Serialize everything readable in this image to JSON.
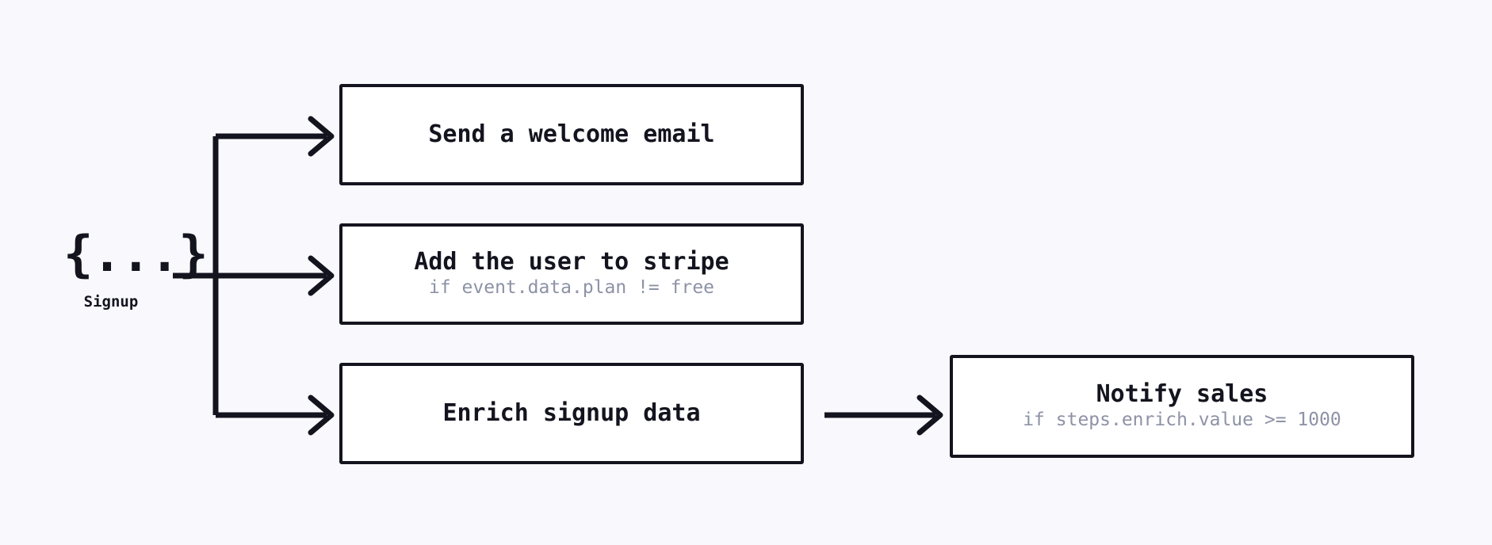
{
  "canvas": {
    "background_color": "#f9f9fd",
    "stroke_color": "#14141f",
    "node_fill_color": "#ffffff",
    "subtitle_color": "#8d92a6"
  },
  "trigger": {
    "glyph": "{...}",
    "glyph_icon_name": "json-braces-icon",
    "label": "Signup"
  },
  "steps": [
    {
      "id": "send-welcome-email",
      "title": "Send a welcome email",
      "condition": ""
    },
    {
      "id": "add-user-to-stripe",
      "title": "Add the user to stripe",
      "condition": "if event.data.plan != free"
    },
    {
      "id": "enrich-signup-data",
      "title": "Enrich signup data",
      "condition": ""
    },
    {
      "id": "notify-sales",
      "title": "Notify sales",
      "condition": "if steps.enrich.value >= 1000"
    }
  ],
  "connections": [
    {
      "from": "signup",
      "to": "send-welcome-email"
    },
    {
      "from": "signup",
      "to": "add-user-to-stripe"
    },
    {
      "from": "signup",
      "to": "enrich-signup-data"
    },
    {
      "from": "enrich-signup-data",
      "to": "notify-sales"
    }
  ]
}
